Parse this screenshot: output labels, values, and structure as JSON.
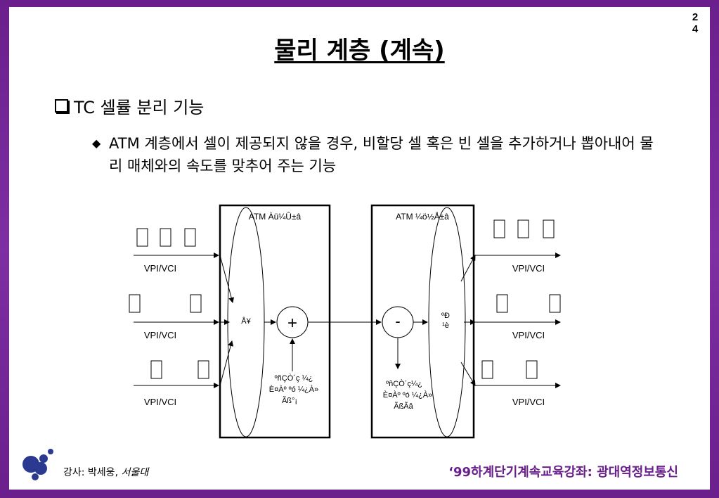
{
  "slide": {
    "page_number_line1": "2",
    "page_number_line2": "4",
    "title": "물리 계층 (계속)",
    "bullet1": "TC 셀률 분리 기능",
    "bullet2": "ATM 계층에서 셀이 제공되지 않을 경우, 비할당 셀 혹은 빈 셀을 추가하거나 뽑아내어 물리 매체와의 속도를 맞추어 주는 기능"
  },
  "diagram": {
    "left_box_title": "ATM Àü¼Û±â",
    "right_box_title": "ATM ¼ö½Å±â",
    "left_ellipse_label": "Å¥",
    "right_ellipse_label_1": "ºÐ",
    "right_ellipse_label_2": "¹è",
    "plus_symbol": "+",
    "minus_symbol": "-",
    "left_note_line1": "ºñÇÒ´ç ¼¿",
    "left_note_line2": "È¤Àº ºó ¼¿À»",
    "left_note_line3": "Ãß°¡",
    "right_note_line1": "ºñÇÒ´ç¼¿",
    "right_note_line2": "È¤Àº ºó ¼¿À»",
    "right_note_line3": "ÃßÃâ",
    "vpi_label": "VPI/VCI"
  },
  "footer": {
    "lecturer_prefix": "강사: 박세웅, ",
    "lecturer_affiliation": "서울대",
    "course": "‘99하계단기계속교육강좌: 광대역정보통신"
  },
  "colors": {
    "frame": "#6a1f8c",
    "logo": "#2b3990",
    "footer_text": "#6a1f8c"
  }
}
